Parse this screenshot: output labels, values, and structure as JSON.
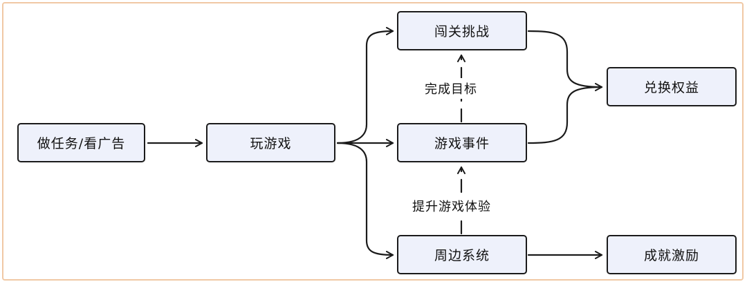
{
  "diagram": {
    "nodes": {
      "tasks": "做任务/看广告",
      "play": "玩游戏",
      "challenge": "闯关挑战",
      "event": "游戏事件",
      "periphery": "周边系统",
      "redeem": "兑换权益",
      "achieve": "成就激励"
    },
    "edge_labels": {
      "event_to_challenge": "完成目标",
      "periphery_to_event": "提升游戏体验"
    },
    "colors": {
      "node_fill": "#eef1fb",
      "stroke": "#1a1a1a",
      "frame_border": "#f0c8a4"
    }
  }
}
